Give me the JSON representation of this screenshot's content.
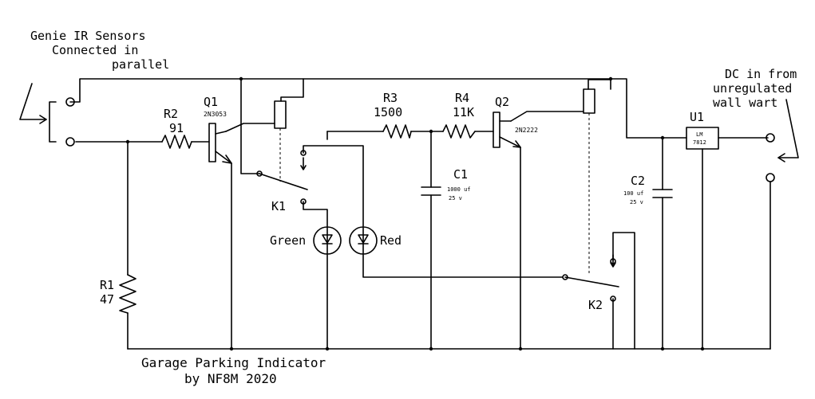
{
  "notes": {
    "sensors_line1": "Genie IR Sensors",
    "sensors_line2": "Connected in",
    "sensors_line3": "parallel",
    "dc_line1": "DC in from",
    "dc_line2": "unregulated",
    "dc_line3": "wall wart"
  },
  "components": {
    "q1": {
      "ref": "Q1",
      "part": "2N3053"
    },
    "q2": {
      "ref": "Q2",
      "part": "2N2222"
    },
    "r1": {
      "ref": "R1",
      "value": "47"
    },
    "r2": {
      "ref": "R2",
      "value": "91"
    },
    "r3": {
      "ref": "R3",
      "value": "1500"
    },
    "r4": {
      "ref": "R4",
      "value": "11K"
    },
    "c1": {
      "ref": "C1",
      "value1": "1000 uf",
      "value2": "25 v"
    },
    "c2": {
      "ref": "C2",
      "value1": "100 uf",
      "value2": "25 v"
    },
    "u1": {
      "ref": "U1",
      "part1": "LM",
      "part2": "7812"
    },
    "k1": {
      "ref": "K1"
    },
    "k2": {
      "ref": "K2"
    },
    "led_green": {
      "label": "Green"
    },
    "led_red": {
      "label": "Red"
    }
  },
  "footer": {
    "line1": "Garage Parking Indicator",
    "line2": "by NF8M 2020"
  }
}
